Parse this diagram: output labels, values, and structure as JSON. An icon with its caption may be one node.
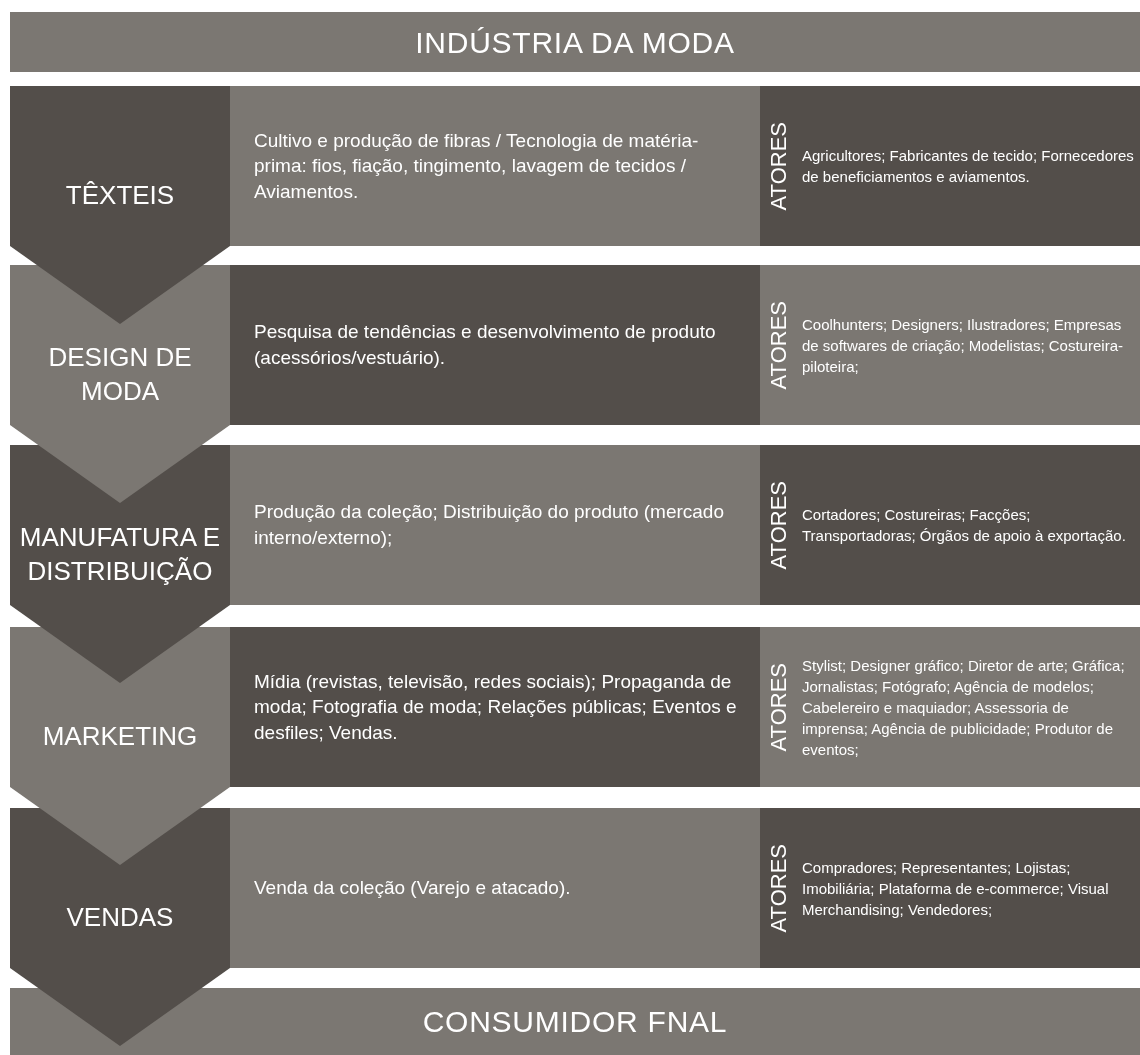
{
  "diagram": {
    "nodes": [
      {
        "text": [
          "INDÚSTRIA DA MODA"
        ]
      },
      {
        "text": [
          "TÊXTEIS"
        ]
      },
      {
        "text": [
          "Cultivo e produção de fibras / Tecnologia de matéria-prima: fios, fiação, tingimento, lavagem de tecidos / Aviamentos."
        ]
      },
      {
        "text": [
          "ATORES",
          "Agricultores; Fabricantes de tecido; Fornecedores de beneficiamentos e aviamentos."
        ]
      },
      {
        "text": [
          "DESIGN DE MODA"
        ]
      },
      {
        "text": [
          "Pesquisa de tendências e desenvolvimento de produto (acessórios/vestuário)."
        ]
      },
      {
        "text": [
          "ATORES",
          "Coolhunters; Designers; Ilustradores; Empresas de softwares de criação; Modelistas; Costureira-piloteira;"
        ]
      },
      {
        "text": [
          "MANUFATURA E DISTRIBUIÇÃO"
        ]
      },
      {
        "text": [
          "Produção da coleção; Distribuição do produto (mercado interno/externo);"
        ]
      },
      {
        "text": [
          "ATORES",
          "Cortadores; Costureiras; Facções; Transportadoras; Órgãos de apoio à exportação."
        ]
      },
      {
        "text": [
          "MARKETING"
        ]
      },
      {
        "text": [
          "Mídia (revistas, televisão, redes sociais); Propaganda de moda; Fotografia de moda; Relações públicas; Eventos e desfiles; Vendas."
        ]
      },
      {
        "text": [
          "ATORES",
          "Stylist; Designer gráfico; Diretor de arte; Gráfica; Jornalistas; Fotógrafo; Agência de modelos;  Cabelereiro e maquiador; Assessoria de imprensa; Agência de publicidade; Produtor de eventos;"
        ]
      },
      {
        "text": [
          "VENDAS"
        ]
      },
      {
        "text": [
          "Venda da coleção (Varejo e atacado)."
        ]
      },
      {
        "text": [
          "ATORES",
          "Compradores; Representantes; Lojistas; Imobiliária; Plataforma de e-commerce; Visual Merchandising; Vendedores;"
        ]
      },
      {
        "text": [
          "CONSUMIDOR FNAL"
        ]
      }
    ]
  }
}
